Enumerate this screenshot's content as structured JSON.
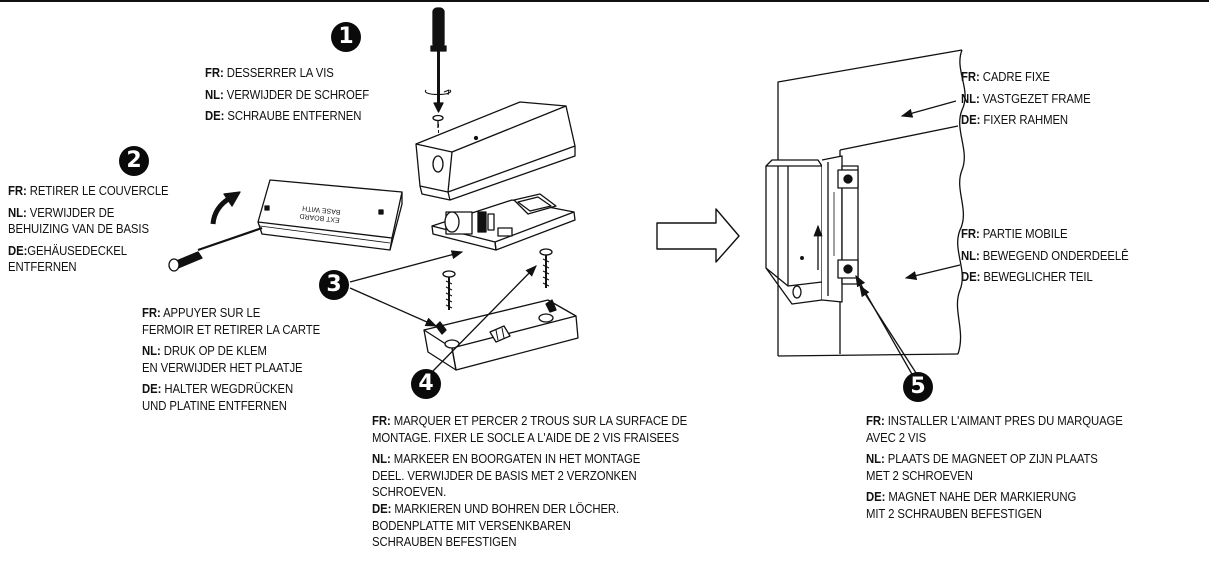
{
  "step_numbers": [
    "1",
    "2",
    "3",
    "4",
    "5"
  ],
  "board_label": {
    "line1": "EXT BOARD",
    "line2": "BASE WITH"
  },
  "callouts": {
    "step1": {
      "fr_tag": "FR:",
      "fr": "DESSERRER LA VIS",
      "nl_tag": "NL:",
      "nl": "VERWIJDER DE SCHROEF",
      "de_tag": "DE:",
      "de": "SCHRAUBE ENTFERNEN"
    },
    "step2": {
      "fr_tag": "FR:",
      "fr": "RETIRER LE COUVERCLE",
      "nl_tag": "NL:",
      "nl_1": "VERWIJDER DE",
      "nl_2": "BEHUIZING VAN DE BASIS",
      "de_tag": "DE:",
      "de_1": "GEHÄUSEDECKEL",
      "de_2": "ENTFERNEN"
    },
    "step3": {
      "fr_tag": "FR:",
      "fr_1": "APPUYER SUR LE",
      "fr_2": "FERMOIR ET RETIRER LA CARTE",
      "nl_tag": "NL:",
      "nl_1": "DRUK OP DE KLEM",
      "nl_2": "EN VERWIJDER HET PLAATJE",
      "de_tag": "DE:",
      "de_1": "HALTER WEGDRÜCKEN",
      "de_2": "UND PLATINE ENTFERNEN"
    },
    "step4": {
      "fr_tag": "FR:",
      "fr_1": "MARQUER ET PERCER 2 TROUS SUR LA SURFACE DE",
      "fr_2": "MONTAGE. FIXER LE SOCLE A L'AIDE DE 2 VIS FRAISEES",
      "nl_tag": "NL:",
      "nl_1": "MARKEER EN BOORGATEN IN HET MONTAGE",
      "nl_2": "DEEL. VERWIJDER DE BASIS MET 2 VERZONKEN",
      "nl_3": "SCHROEVEN.",
      "de_tag": "DE:",
      "de_1": "MARKIEREN UND BOHREN DER LÖCHER.",
      "de_2": "BODENPLATTE MIT VERSENKBAREN",
      "de_3": "SCHRAUBEN BEFESTIGEN"
    },
    "step5": {
      "fr_tag": "FR:",
      "fr_1": "INSTALLER L'AIMANT PRES DU MARQUAGE",
      "fr_2": "AVEC 2 VIS",
      "nl_tag": "NL:",
      "nl_1": "PLAATS DE MAGNEET OP ZIJN PLAATS",
      "nl_2": "MET 2 SCHROEVEN",
      "de_tag": "DE:",
      "de_1": "MAGNET NAHE DER MARKIERUNG",
      "de_2": "MIT 2 SCHRAUBEN BEFESTIGEN"
    },
    "frame": {
      "fr_tag": "FR:",
      "fr": "CADRE FIXE",
      "nl_tag": "NL:",
      "nl": "VASTGEZET FRAME",
      "de_tag": "DE:",
      "de": "FIXER RAHMEN"
    },
    "mobile": {
      "fr_tag": "FR:",
      "fr": "PARTIE MOBILE",
      "nl_tag": "NL:",
      "nl": "BEWEGEND ONDERDEELÊ",
      "de_tag": "DE:",
      "de": "BEWEGLICHER TEIL"
    }
  }
}
